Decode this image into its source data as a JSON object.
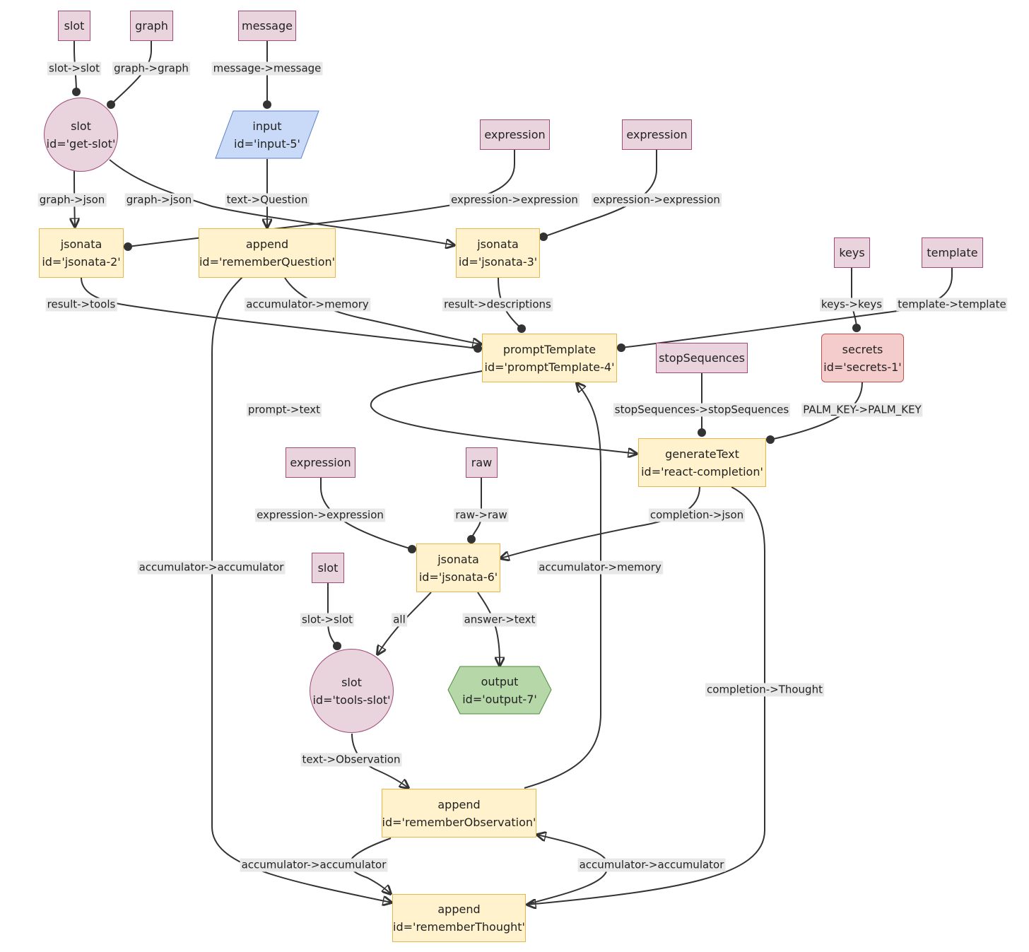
{
  "nodes": {
    "slot_in_1": {
      "label": "slot"
    },
    "graph_in": {
      "label": "graph"
    },
    "message_in": {
      "label": "message"
    },
    "get_slot": {
      "label": "slot",
      "id": "id='get-slot'"
    },
    "input_5": {
      "label": "input",
      "id": "id='input-5'"
    },
    "expression_in_1": {
      "label": "expression"
    },
    "expression_in_2": {
      "label": "expression"
    },
    "jsonata_2": {
      "label": "jsonata",
      "id": "id='jsonata-2'"
    },
    "remember_question": {
      "label": "append",
      "id": "id='rememberQuestion'"
    },
    "jsonata_3": {
      "label": "jsonata",
      "id": "id='jsonata-3'"
    },
    "keys_in": {
      "label": "keys"
    },
    "template_in": {
      "label": "template"
    },
    "prompt_template_4": {
      "label": "promptTemplate",
      "id": "id='promptTemplate-4'"
    },
    "stop_sequences_in": {
      "label": "stopSequences"
    },
    "secrets_1": {
      "label": "secrets",
      "id": "id='secrets-1'"
    },
    "react_completion": {
      "label": "generateText",
      "id": "id='react-completion'"
    },
    "expression_in_3": {
      "label": "expression"
    },
    "raw_in": {
      "label": "raw"
    },
    "jsonata_6": {
      "label": "jsonata",
      "id": "id='jsonata-6'"
    },
    "slot_in_2": {
      "label": "slot"
    },
    "tools_slot": {
      "label": "slot",
      "id": "id='tools-slot'"
    },
    "output_7": {
      "label": "output",
      "id": "id='output-7'"
    },
    "remember_observation": {
      "label": "append",
      "id": "id='rememberObservation'"
    },
    "remember_thought": {
      "label": "append",
      "id": "id='rememberThought'"
    }
  },
  "edge_labels": {
    "slot_slot_1": "slot->slot",
    "graph_graph": "graph->graph",
    "message_message": "message->message",
    "graph_json_1": "graph->json",
    "graph_json_2": "graph->json",
    "text_question": "text->Question",
    "expression_expression_1": "expression->expression",
    "expression_expression_2": "expression->expression",
    "result_tools": "result->tools",
    "accumulator_memory_1": "accumulator->memory",
    "result_descriptions": "result->descriptions",
    "keys_keys": "keys->keys",
    "template_template": "template->template",
    "prompt_text": "prompt->text",
    "stop_sequences": "stopSequences->stopSequences",
    "palm_key": "PALM_KEY->PALM_KEY",
    "expression_expression_3": "expression->expression",
    "raw_raw": "raw->raw",
    "completion_json": "completion->json",
    "accumulator_accumulator_1": "accumulator->accumulator",
    "accumulator_memory_2": "accumulator->memory",
    "slot_slot_2": "slot->slot",
    "all": "all",
    "answer_text": "answer->text",
    "completion_thought": "completion->Thought",
    "text_observation": "text->Observation",
    "accumulator_accumulator_2": "accumulator->accumulator",
    "accumulator_accumulator_3": "accumulator->accumulator"
  }
}
